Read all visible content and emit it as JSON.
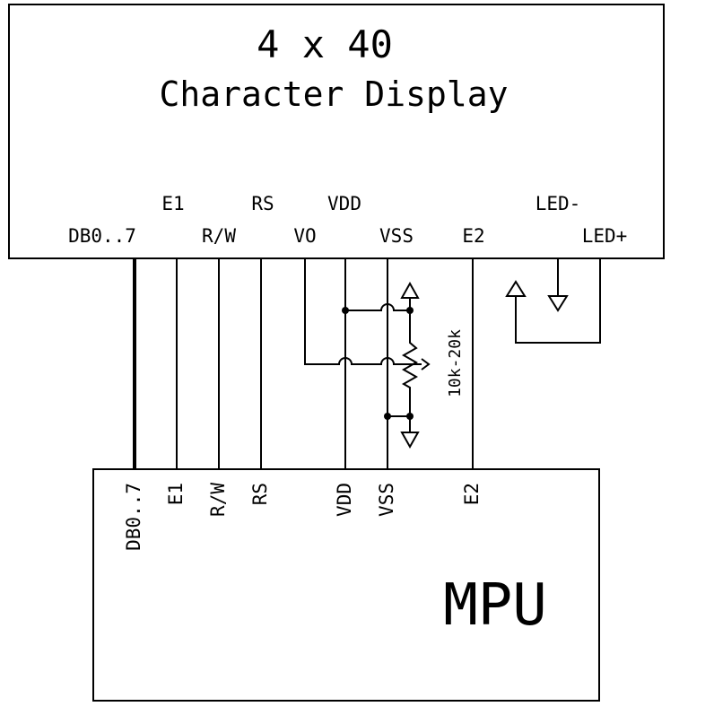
{
  "lcd": {
    "title": "4 x 40",
    "subtitle": "Character Display",
    "pins_top": {
      "e1": "E1",
      "rs": "RS",
      "vdd": "VDD",
      "led_minus": "LED-"
    },
    "pins_bottom": {
      "db": "DB0..7",
      "rw": "R/W",
      "vo": "VO",
      "vss": "VSS",
      "e2": "E2",
      "led_plus": "LED+"
    }
  },
  "potentiometer": {
    "value_label": "10k-20k"
  },
  "mpu": {
    "title": "MPU",
    "pins": {
      "db": "DB0..7",
      "e1": "E1",
      "rw": "R/W",
      "rs": "RS",
      "vdd": "VDD",
      "vss": "VSS",
      "e2": "E2"
    }
  },
  "icons": [
    "supply-arrow-icon",
    "ground-arrow-icon",
    "potentiometer-icon",
    "junction-dot-icon",
    "wire-crossover-icon"
  ]
}
